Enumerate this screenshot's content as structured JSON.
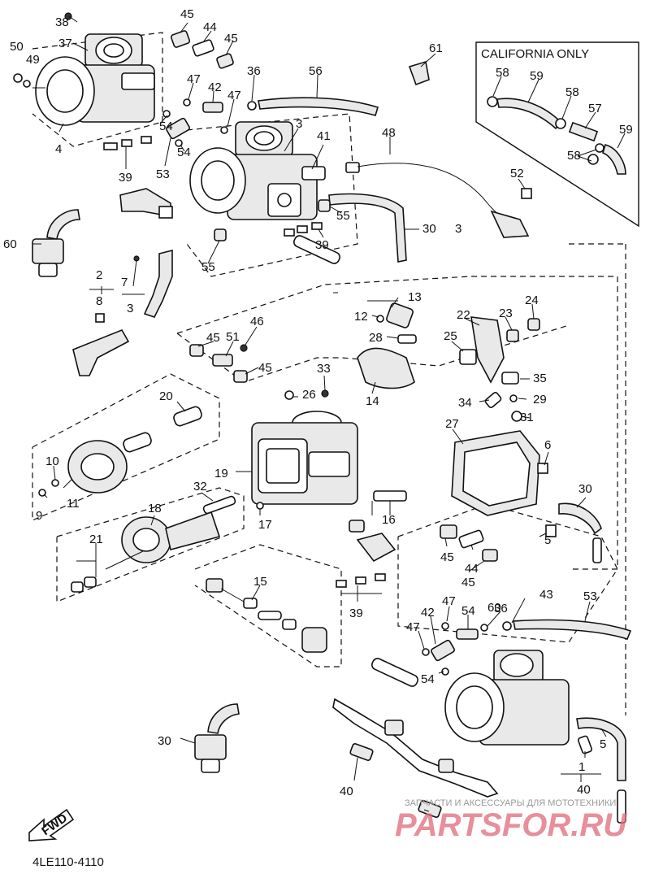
{
  "diagram": {
    "box_title": "CALIFORNIA ONLY",
    "code": "4LE110-4110",
    "fwd_label": "FWD",
    "watermark_text": "ЗАПЧАСТИ И АКСЕССУАРЫ ДЛЯ МОТОТЕХНИКИ",
    "watermark_logo": "PARTSFOR.RU",
    "watermark_color": "#e06a7a",
    "labels": [
      "38",
      "37",
      "50",
      "49",
      "4",
      "45",
      "44",
      "45",
      "47",
      "42",
      "36",
      "56",
      "47",
      "54",
      "53",
      "54",
      "39",
      "3",
      "41",
      "48",
      "61",
      "59",
      "58",
      "58",
      "57",
      "59",
      "58",
      "52",
      "55",
      "30",
      "3",
      "39",
      "60",
      "55",
      "2",
      "8",
      "7",
      "3",
      "13",
      "12",
      "28",
      "22",
      "24",
      "23",
      "25",
      "46",
      "51",
      "45",
      "45",
      "14",
      "33",
      "26",
      "35",
      "34",
      "29",
      "31",
      "27",
      "6",
      "20",
      "10",
      "9",
      "11",
      "19",
      "32",
      "17",
      "16",
      "18",
      "30",
      "5",
      "21",
      "45",
      "44",
      "45",
      "15",
      "39",
      "47",
      "36",
      "43",
      "53",
      "42",
      "54",
      "47",
      "54",
      "60",
      "30",
      "5",
      "1",
      "40",
      "40"
    ]
  }
}
